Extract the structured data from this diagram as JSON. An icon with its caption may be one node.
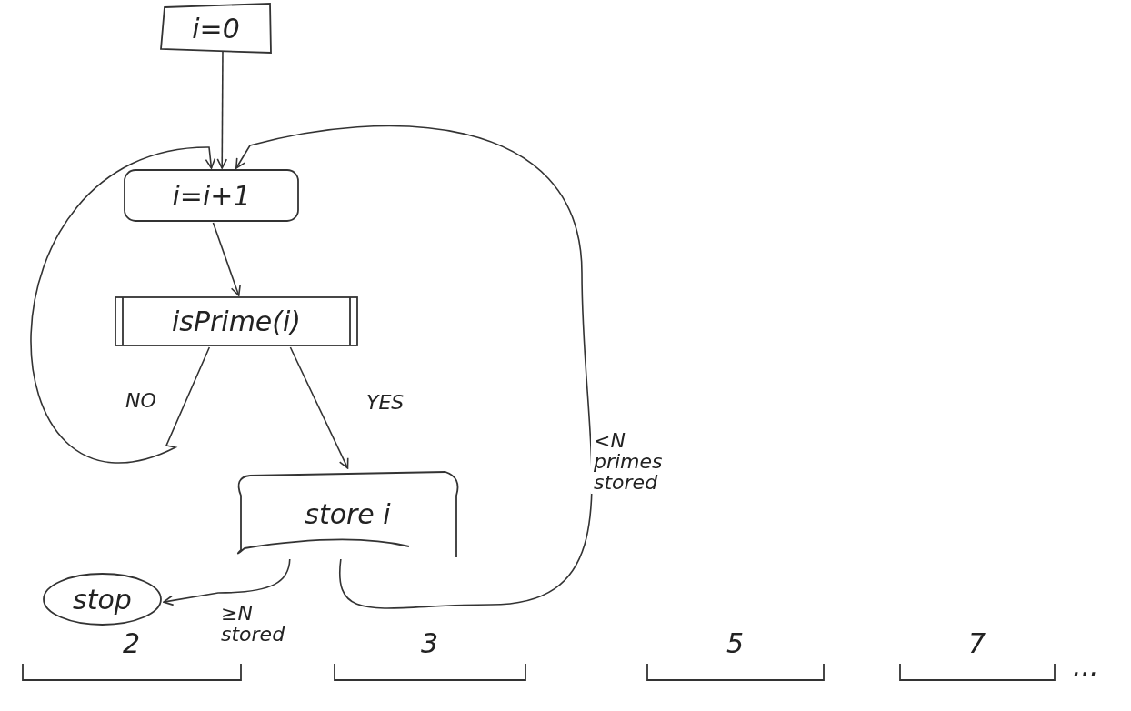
{
  "diagram": {
    "nodes": [
      {
        "text": [
          "i=0"
        ]
      },
      {
        "text": [
          "i=i+1"
        ]
      },
      {
        "text": [
          "isPrime(i)"
        ]
      },
      {
        "text": [
          "store i"
        ]
      },
      {
        "text": [
          "stop"
        ]
      }
    ],
    "edges": [
      {
        "from": 0,
        "to": 1,
        "arrow": "to"
      },
      {
        "from": 1,
        "to": 2,
        "arrow": "to"
      },
      {
        "from": 2,
        "to": 1,
        "arrow": "to",
        "label": "NO"
      },
      {
        "from": 2,
        "to": 3,
        "arrow": "to",
        "label": "YES"
      },
      {
        "from": 3,
        "to": 1,
        "arrow": "to",
        "label": "<N primes stored"
      },
      {
        "from": 3,
        "to": 4,
        "arrow": "to",
        "label": "≥N stored"
      }
    ],
    "labels": [
      "2",
      "3",
      "5",
      "7",
      "..."
    ]
  }
}
